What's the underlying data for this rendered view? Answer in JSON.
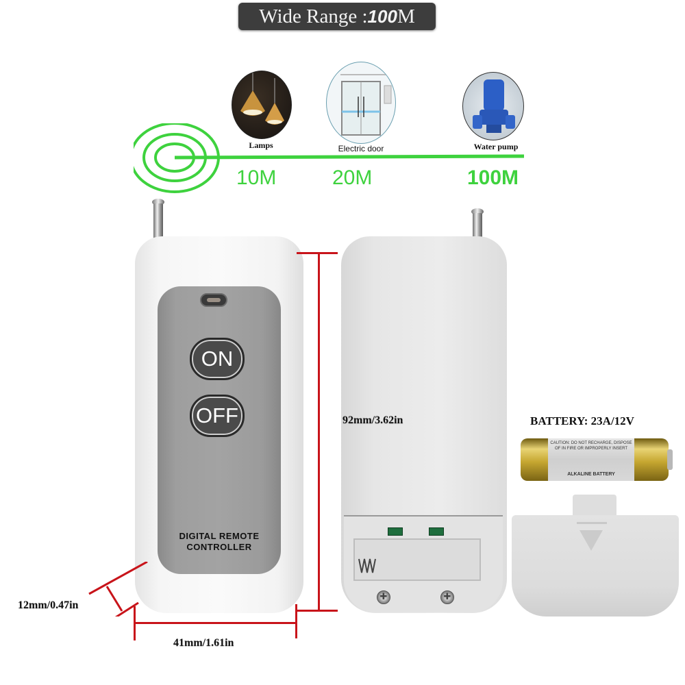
{
  "header": {
    "title_prefix": "Wide Range :",
    "title_number": "100",
    "title_unit": "M"
  },
  "range_diagram": {
    "line_color": "#3ed23e",
    "devices": [
      {
        "label": "Lamps",
        "icon": "pendant-lamps-icon",
        "distance": "10M"
      },
      {
        "label": "Electric door",
        "icon": "sliding-door-icon",
        "distance": "20M"
      },
      {
        "label": "Water pump",
        "icon": "water-pump-icon",
        "distance": "100M"
      }
    ]
  },
  "remote": {
    "buttons": {
      "on": "ON",
      "off": "OFF"
    },
    "brand_line1": "DIGITAL REMOTE",
    "brand_line2": "CONTROLLER"
  },
  "dimensions": {
    "length": "92mm/3.62in",
    "width": "41mm/1.61in",
    "thickness": "12mm/0.47in",
    "line_color": "#c8141a"
  },
  "battery": {
    "label": "BATTERY: 23A/12V",
    "wrap_text_top": "CAUTION: DO NOT RECHARGE, DISPOSE OF IN FIRE OR IMPROPERLY INSERT",
    "wrap_text_bottom": "ALKALINE BATTERY"
  }
}
